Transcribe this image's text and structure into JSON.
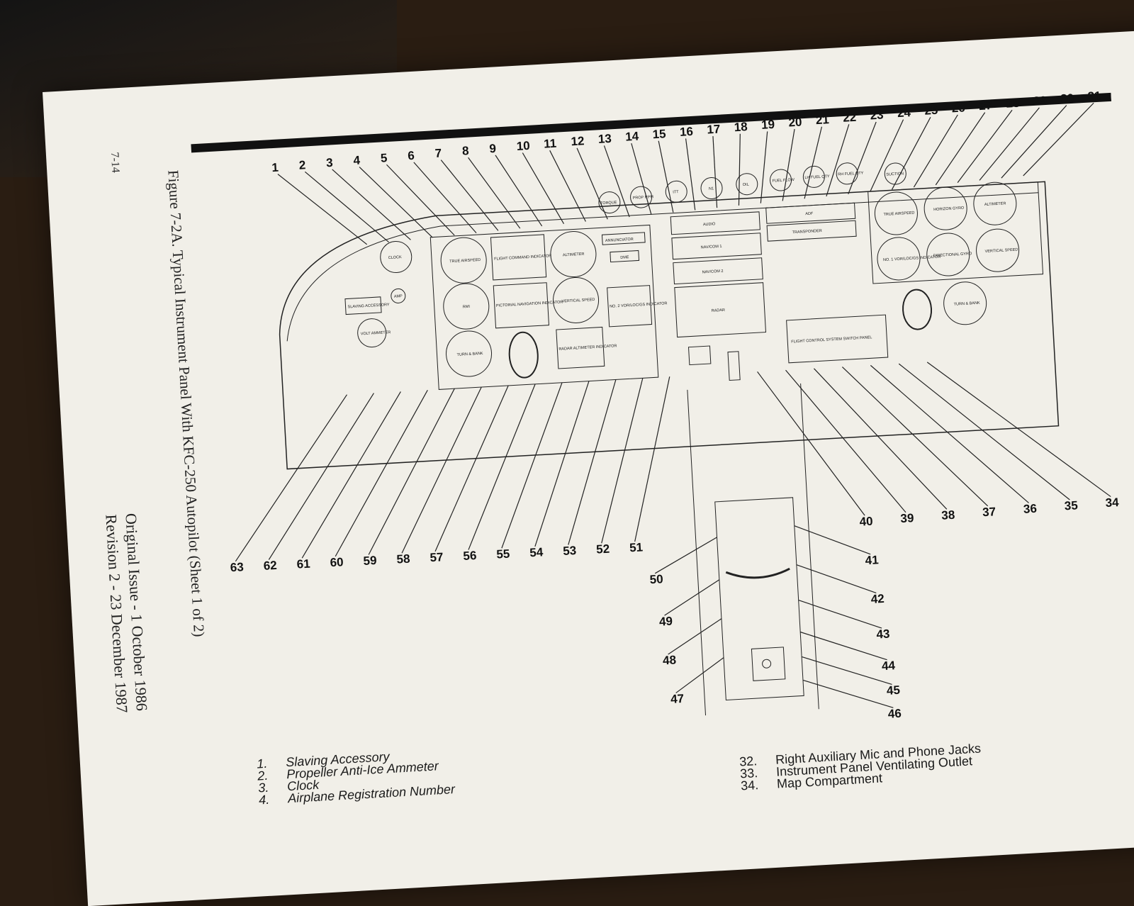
{
  "page": {
    "page_number": "7-14",
    "figure_caption": "Figure 7-2A. Typical Instrument Panel With KFC-250 Autopilot (Sheet 1 of 2)",
    "original_issue": "Original Issue - 1 October 1986",
    "revision": "Revision 2 - 23 December 1987"
  },
  "top_callouts": [
    "1",
    "2",
    "3",
    "4",
    "5",
    "6",
    "7",
    "8",
    "9",
    "10",
    "11",
    "12",
    "13",
    "14",
    "15",
    "16",
    "17",
    "18",
    "19",
    "20",
    "21",
    "22",
    "23",
    "24",
    "25",
    "26",
    "27",
    "28",
    "29",
    "30",
    "31"
  ],
  "bottom_callouts": [
    "63",
    "62",
    "61",
    "60",
    "59",
    "58",
    "57",
    "56",
    "55",
    "54",
    "53",
    "52",
    "51",
    "40",
    "39",
    "38",
    "37",
    "36",
    "35",
    "34"
  ],
  "lower_callouts": [
    "50",
    "49",
    "48",
    "47",
    "41",
    "42",
    "43",
    "44",
    "45",
    "46"
  ],
  "panel_labels": {
    "slaving_accessory": "SLAVING ACCESSORY",
    "clock": "CLOCK",
    "amp": "AMP",
    "volt_ammeter": "VOLT AMMETER",
    "true_airspeed": "TRUE AIRSPEED",
    "flight_command": "FLIGHT COMMAND INDICATOR",
    "altimeter": "ALTIMETER",
    "rmi": "RMI",
    "pictorial_nav": "PICTORIAL NAVIGATION INDICATOR",
    "vertical_speed": "VERTICAL SPEED",
    "no2_vor": "NO. 2 VOR/LOC/GS INDICATOR",
    "turn_bank": "TURN & BANK",
    "radar_altimeter": "RADAR ALTIMETER INDICATOR",
    "annunciator": "ANNUNCIATOR",
    "dme": "DME",
    "torque": "TORQUE",
    "prop_rpm": "PROP RPM",
    "itt": "ITT",
    "n1": "N1",
    "oil": "OIL",
    "fuel_flow": "FUEL FLOW",
    "lh_fuel_qty": "LH FUEL QTY",
    "rh_fuel_qty": "RH FUEL QTY",
    "suction": "SUCTION",
    "audio": "AUDIO",
    "nav_com1": "NAV/COM 1",
    "nav_com2": "NAV/COM 2",
    "radar": "RADAR",
    "adf": "ADF",
    "transponder": "TRANSPONDER",
    "horizon_gyro": "HORIZON GYRO",
    "directional_gyro": "DIRECTIONAL GYRO",
    "no1_vor": "NO. 1 VOR/LOC/GS INDICATOR",
    "flight_control": "FLIGHT CONTROL SYSTEM SWITCH PANEL"
  },
  "legend_left": [
    {
      "n": "1.",
      "text": "Slaving Accessory"
    },
    {
      "n": "2.",
      "text": "Propeller Anti-Ice Ammeter"
    },
    {
      "n": "3.",
      "text": "Clock"
    },
    {
      "n": "4.",
      "text": "Airplane Registration Number"
    }
  ],
  "legend_right": [
    {
      "n": "32.",
      "text": "Right Auxiliary Mic and Phone Jacks"
    },
    {
      "n": "33.",
      "text": "Instrument Panel Ventilating Outlet"
    },
    {
      "n": "34.",
      "text": "Map Compartment"
    }
  ]
}
